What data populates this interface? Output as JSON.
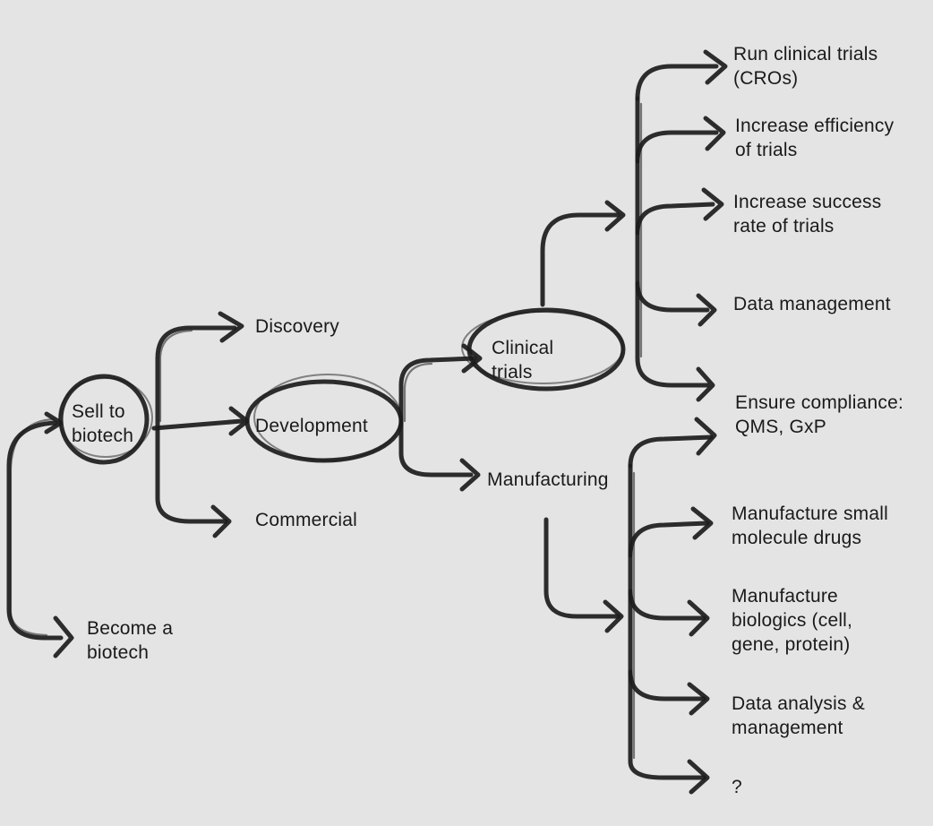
{
  "nodes": {
    "sell_to_biotech": "Sell to\nbiotech",
    "become_biotech": "Become a\nbiotech",
    "discovery": "Discovery",
    "development": "Development",
    "commercial": "Commercial",
    "clinical_trials": "Clinical\ntrials",
    "manufacturing": "Manufacturing",
    "run_trials": "Run clinical trials\n(CROs)",
    "efficiency": "Increase efficiency\nof trials",
    "success_rate": "Increase success\nrate of trials",
    "data_management": "Data management",
    "compliance": "Ensure compliance:\nQMS, GxP",
    "small_molecule": "Manufacture small\nmolecule drugs",
    "biologics": "Manufacture\nbiologics (cell,\ngene, protein)",
    "data_analysis": "Data analysis &\nmanagement",
    "unknown": "?"
  }
}
